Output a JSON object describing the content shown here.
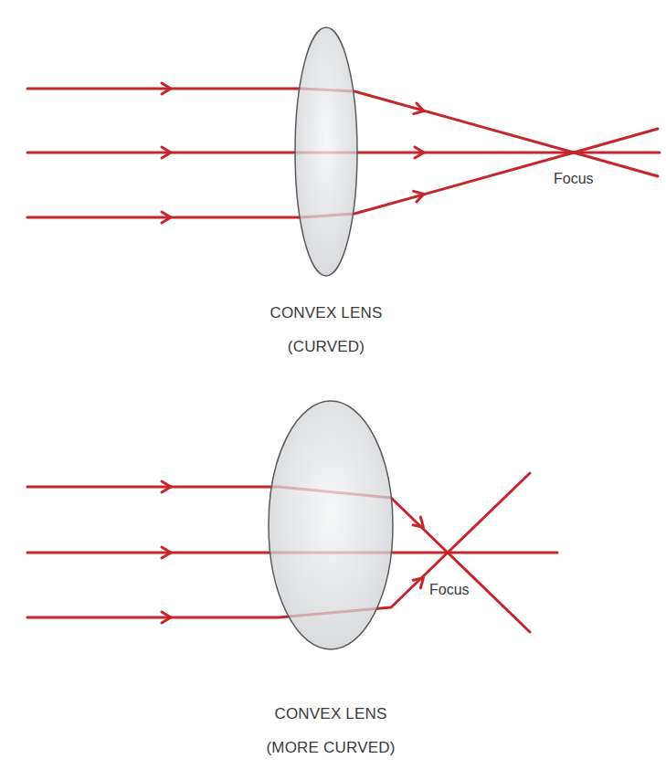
{
  "diagram": {
    "labels": [
      "Focus",
      "CONVEX LENS (CURVED)",
      "Focus",
      "CONVEX LENS (MORE CURVED)"
    ]
  }
}
